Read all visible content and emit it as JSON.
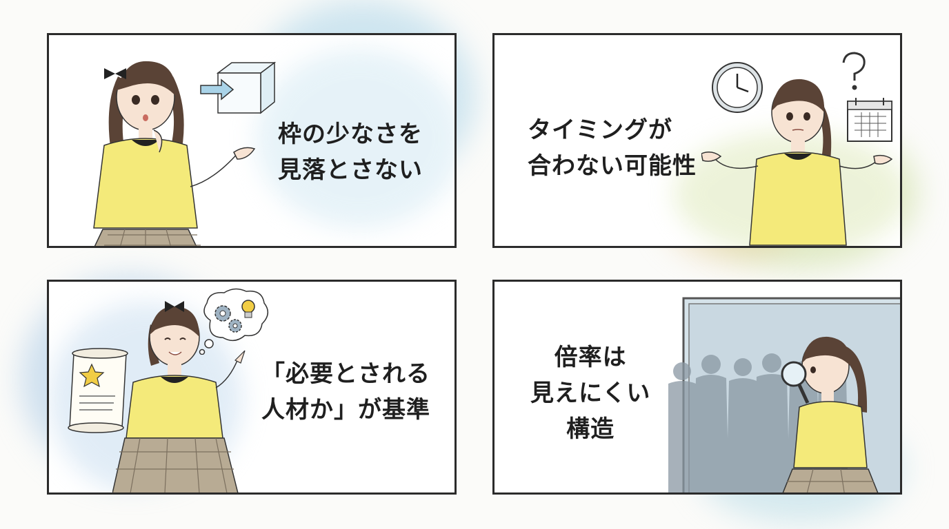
{
  "panels": [
    {
      "caption": [
        "枠の少なさを",
        "見落とさない"
      ],
      "props": [
        "box-with-arrow-icon"
      ]
    },
    {
      "caption": [
        "タイミングが",
        "合わない可能性"
      ],
      "props": [
        "clock-icon",
        "question-mark-icon",
        "calendar-icon"
      ]
    },
    {
      "caption": [
        "「必要とされる",
        "人材か」が基準"
      ],
      "props": [
        "scroll-with-star-icon",
        "gears-icon",
        "lightbulb-icon"
      ]
    },
    {
      "caption": [
        "倍率は",
        "見えにくい",
        "構造"
      ],
      "props": [
        "magnifying-glass-icon",
        "crowd-silhouettes"
      ]
    }
  ],
  "colors": {
    "blouse": "#f4ea7a",
    "skirt": "#b8ab94",
    "hair": "#5a4336",
    "wash_blue": "#a9d3e8",
    "wash_green": "#c9dc9a",
    "wash_beige": "#e8d3a6"
  }
}
